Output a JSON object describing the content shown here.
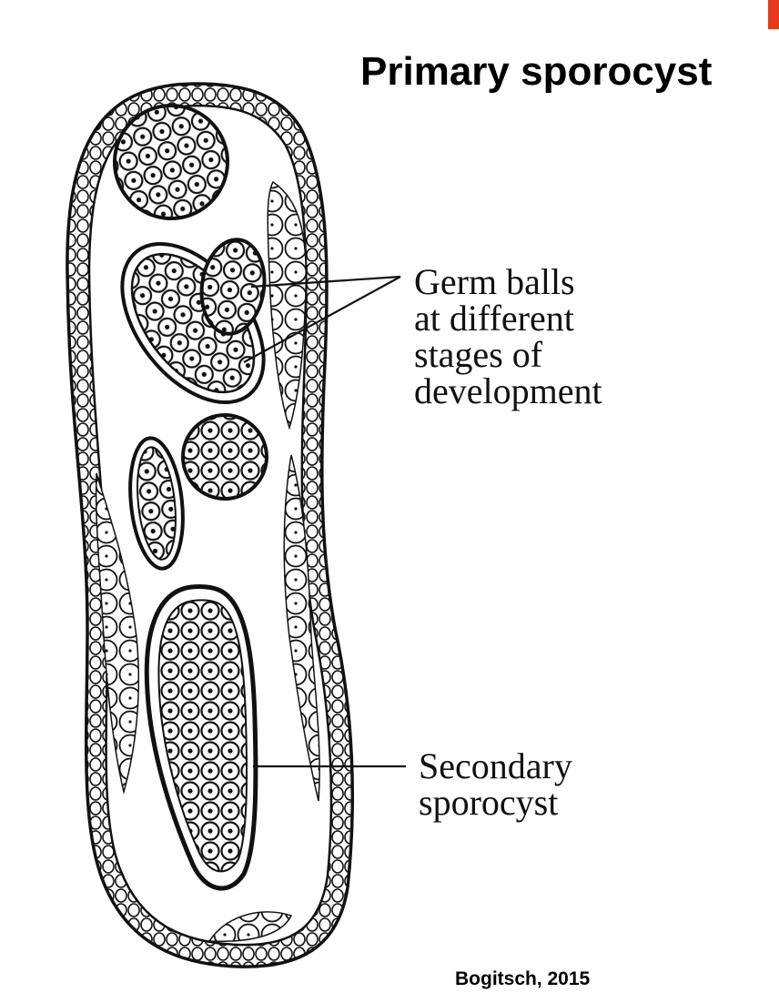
{
  "title": "Primary sporocyst",
  "labels": {
    "germ_balls": [
      "Germ balls",
      "at different",
      "stages of",
      "development"
    ],
    "secondary": [
      "Secondary",
      "sporocyst"
    ]
  },
  "citation": "Bogitsch, 2015",
  "colors": {
    "accent": "#e53a1e",
    "ink": "#111111"
  }
}
